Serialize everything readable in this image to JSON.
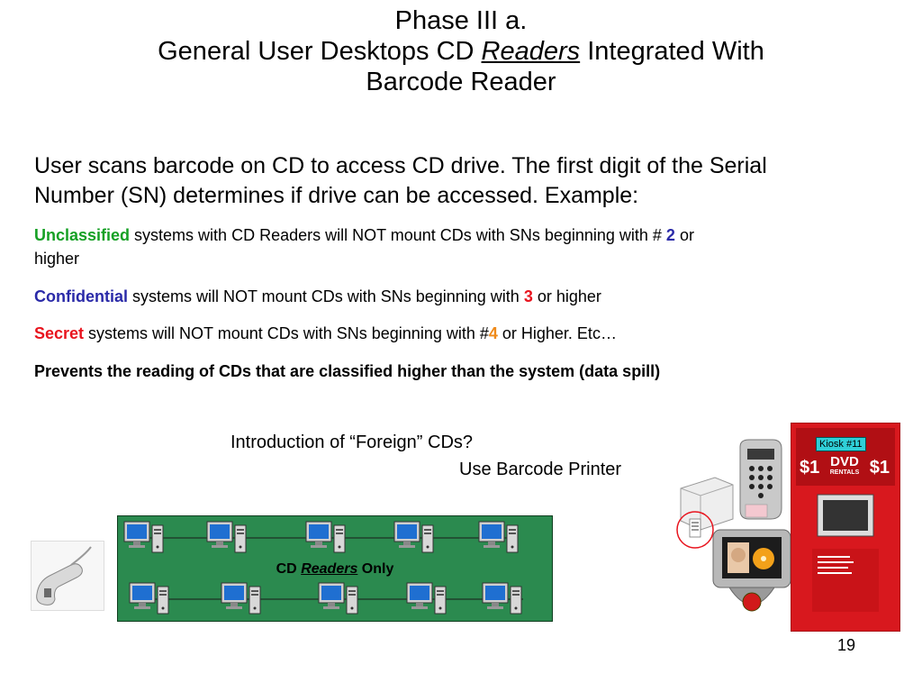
{
  "title": {
    "line1": "Phase III a.",
    "line2_pre": "General User Desktops CD ",
    "line2_em": "Readers",
    "line2_post": " Integrated With",
    "line3": "Barcode Reader"
  },
  "lead": {
    "line1": "User scans barcode on CD to access CD drive.  The first digit of the Serial",
    "line2": "Number (SN) determines if drive can be accessed.  Example:"
  },
  "rules": {
    "unclassified": {
      "keyword": "Unclassified",
      "text": " systems with CD Readers will NOT mount CDs with SNs beginning with # ",
      "digit": "2",
      "tail": " or",
      "wrap": "higher"
    },
    "confidential": {
      "keyword": "Confidential",
      "text": " systems will NOT mount CDs with SNs beginning with ",
      "digit": "3",
      "tail": " or higher"
    },
    "secret": {
      "keyword": "Secret",
      "text": " systems will NOT mount CDs with SNs beginning with #",
      "digit": "4",
      "tail": " or Higher. Etc…"
    },
    "prevents": "Prevents the reading of CDs that are classified higher than the system (data spill)"
  },
  "intro": {
    "question": "Introduction of “Foreign” CDs?",
    "answer": "Use Barcode Printer"
  },
  "network": {
    "label_pre": "CD ",
    "label_em": "Readers",
    "label_post": " Only"
  },
  "kiosk": {
    "badge": "Kiosk #11",
    "sign": "DVD",
    "sign_sub": "RENTALS",
    "price_left": "$1",
    "price_right": "$1"
  },
  "page_number": "19",
  "colors": {
    "unclassified": "#16a025",
    "confidential": "#2a2aa8",
    "secret": "#e8141e",
    "digit_highlight": "#ef8a1a",
    "network_bg": "#2b8a4f",
    "kiosk_red": "#d8181e"
  }
}
